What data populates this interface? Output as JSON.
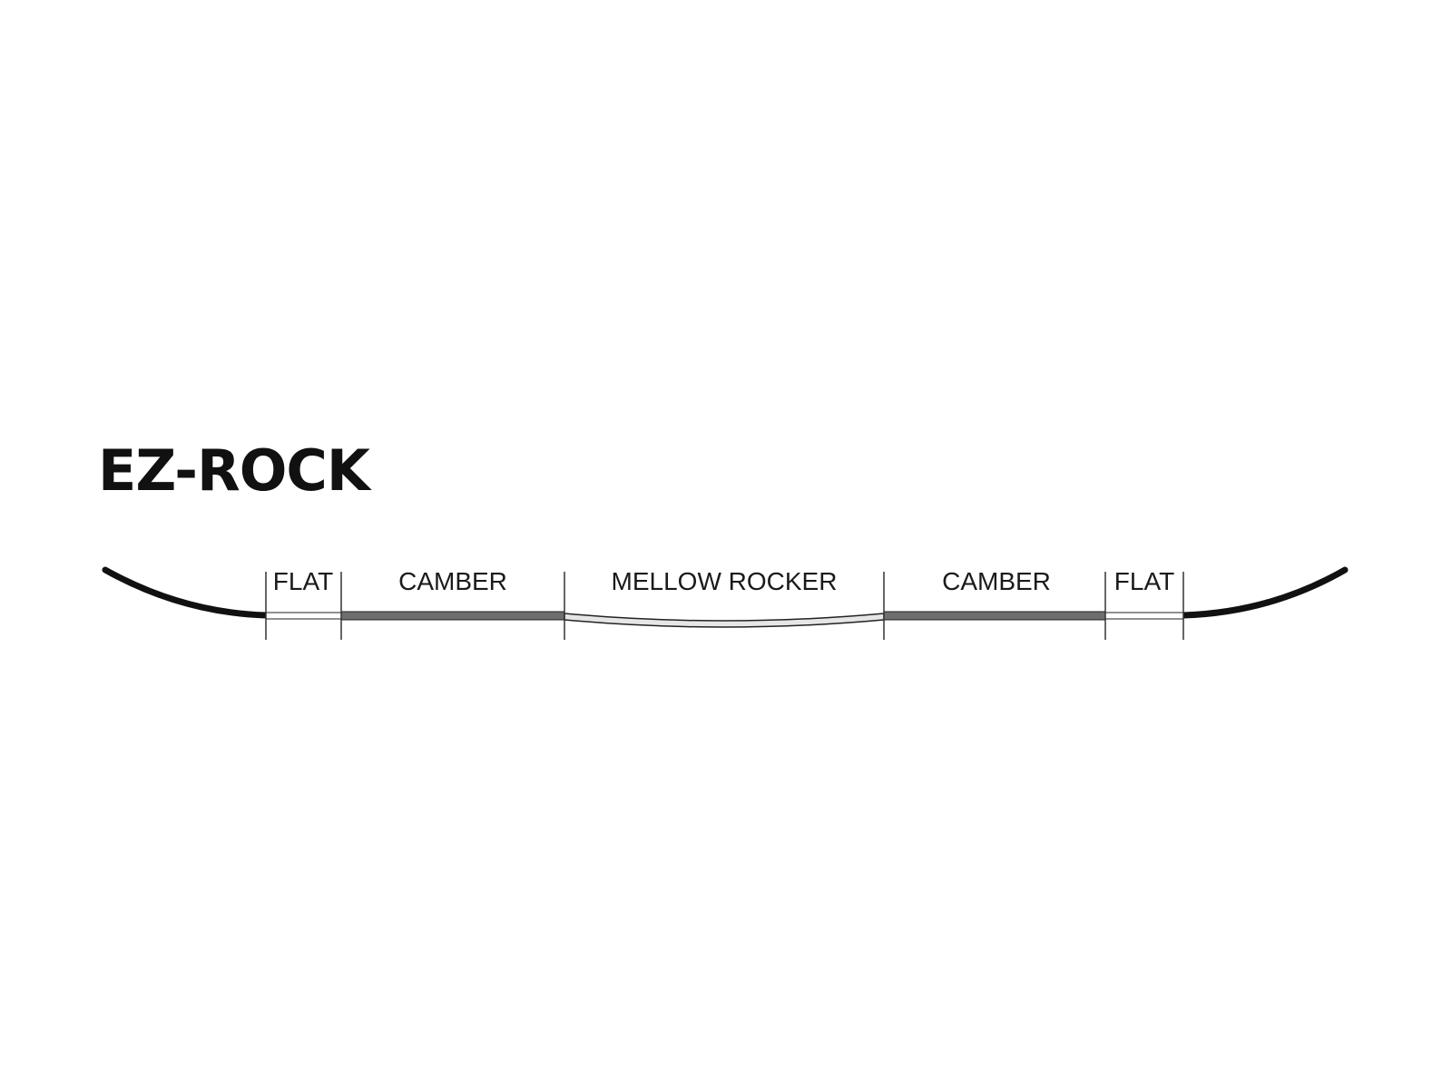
{
  "title": "EZ-ROCK",
  "zones": [
    {
      "label": "FLAT",
      "fill": "#ffffff"
    },
    {
      "label": "CAMBER",
      "fill": "#6e6e6e"
    },
    {
      "label": "MELLOW ROCKER",
      "fill": "#e6e6e6"
    },
    {
      "label": "CAMBER",
      "fill": "#6e6e6e"
    },
    {
      "label": "FLAT",
      "fill": "#ffffff"
    }
  ],
  "colors": {
    "tip_tail": "#111111",
    "outline": "#222222",
    "divider": "#333333"
  }
}
